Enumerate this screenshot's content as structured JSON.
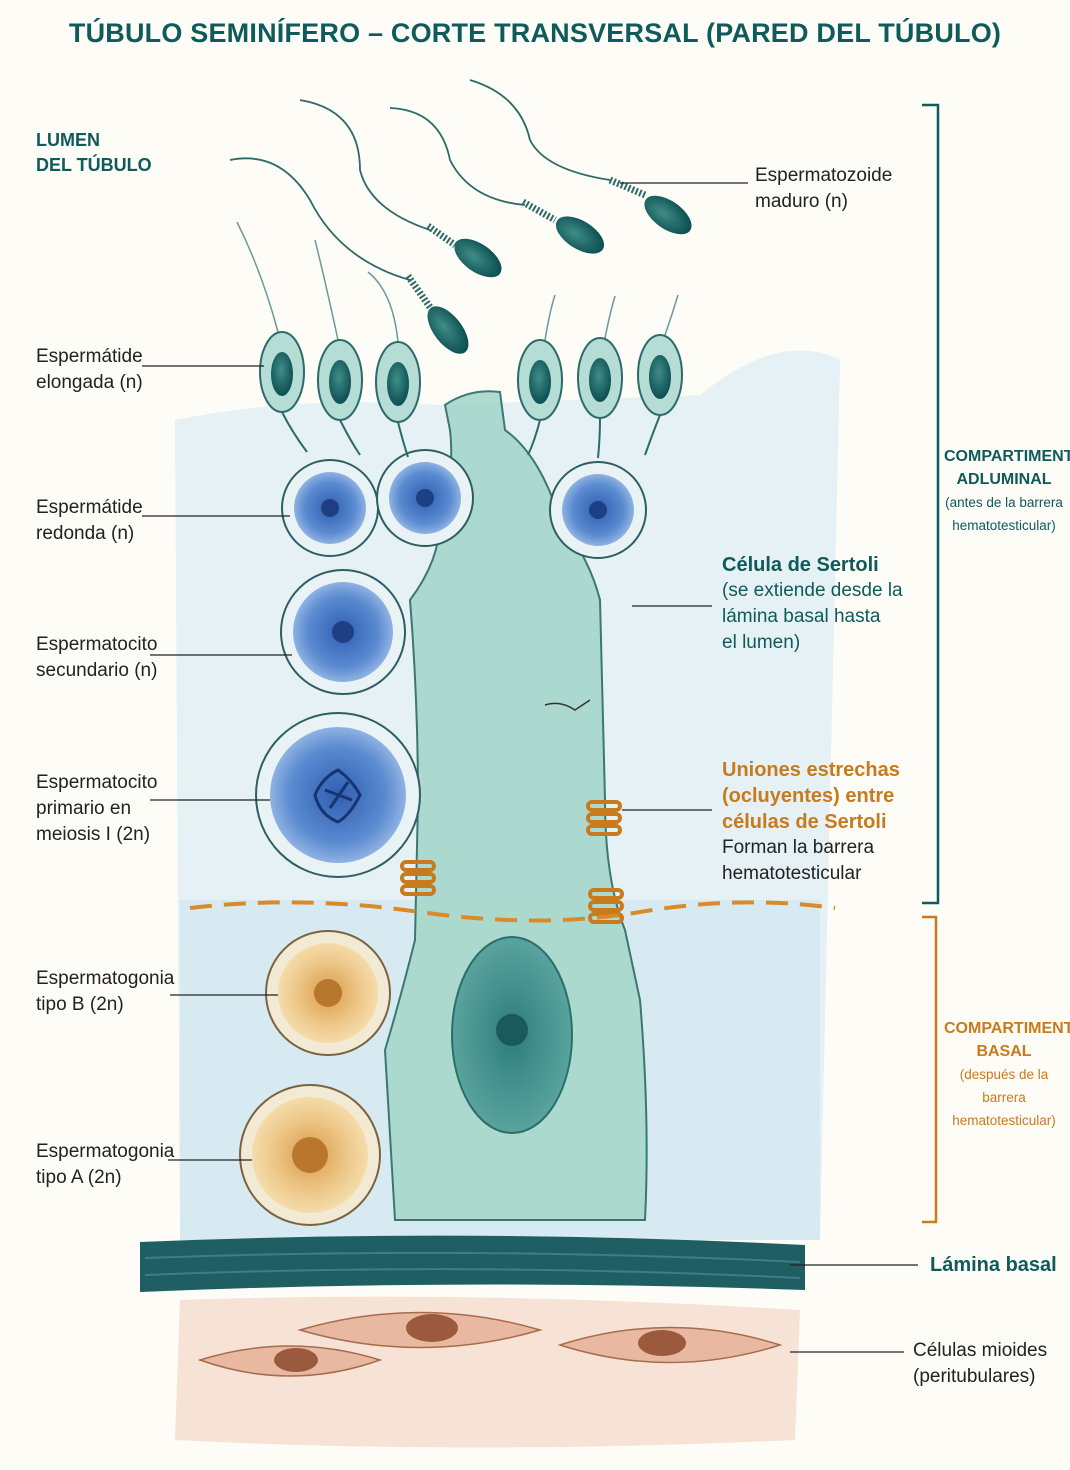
{
  "title": "TÚBULO SEMINÍFERO – CORTE TRANSVERSAL (PARED DEL TÚBULO)",
  "lumen": [
    "LUMEN",
    "DEL TÚBULO"
  ],
  "left_labels": [
    {
      "lines": [
        "Espermátide",
        "elongada (n)"
      ]
    },
    {
      "lines": [
        "Espermátide",
        "redonda (n)"
      ]
    },
    {
      "lines": [
        "Espermatocito",
        "secundario (n)"
      ]
    },
    {
      "lines": [
        "Espermatocito",
        "primario en",
        "meiosis I (2n)"
      ]
    },
    {
      "lines": [
        "Espermatogonia",
        "tipo B (2n)"
      ]
    },
    {
      "lines": [
        "Espermatogonia",
        "tipo A (2n)"
      ]
    }
  ],
  "right_labels": {
    "spermatozoa": [
      "Espermatozoide",
      "maduro (n)"
    ],
    "sertoli_title": "Célula de Sertoli",
    "sertoli_desc": [
      "(se extiende desde la",
      "lámina basal hasta",
      "el lumen)"
    ],
    "tight_title": [
      "Uniones estrechas",
      "(ocluyentes) entre",
      "células de Sertoli"
    ],
    "tight_desc": [
      "Forman la barrera",
      "hematotesticular"
    ],
    "basal_lamina": "Lámina basal",
    "myoid": [
      "Células mioides",
      "(peritubulares)"
    ]
  },
  "compartments": {
    "adluminal": {
      "title": [
        "COMPARTIMENTO",
        "ADLUMINAL"
      ],
      "note": [
        "(antes de la barrera",
        "hematotesticular)"
      ]
    },
    "basal": {
      "title": [
        "COMPARTIMENTO",
        "BASAL"
      ],
      "note": [
        "(después de la barrera",
        "hematotesticular)"
      ]
    }
  },
  "colors": {
    "teal": "#0f5a5a",
    "orange": "#c87a1c",
    "sertoli": "#a8d8cc",
    "germ_blue": "#4a7cc4",
    "spermatogonia": "#e8b868",
    "basal_lamina": "#1f5e62",
    "myoid": "#e8b9a0"
  }
}
